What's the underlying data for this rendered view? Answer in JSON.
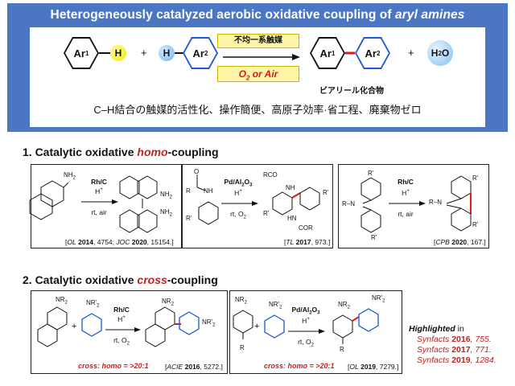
{
  "header": {
    "title_pre": "Heterogeneously catalyzed aerobic oxidative coupling of ",
    "title_em": "aryl amines",
    "subtitle": "C–H結合の触媒的活性化、操作簡便、高原子効率·省工程、廃棄物ゼロ",
    "scheme": {
      "ar1": "Ar",
      "ar1_sup": "1",
      "h_left": "H",
      "plus1": "+",
      "h_right": "H",
      "ar2": "Ar",
      "ar2_sup": "2",
      "catalyst": "不均一系触媒",
      "oxidant_o": "O",
      "oxidant_sub": "2",
      "oxidant_rest": " or Air",
      "prod_ar1": "Ar",
      "prod_ar1_sup": "1",
      "prod_ar2": "Ar",
      "prod_ar2_sup": "2",
      "product_label": "ビアリール化合物",
      "plus2": "+",
      "water_h": "H",
      "water_sub": "2",
      "water_o": "O"
    }
  },
  "section1": {
    "title_pre": "1. Catalytic oxidative ",
    "title_em": "homo",
    "title_post": "-coupling",
    "rxn1": {
      "reactant_label": "NH",
      "reactant_sub": "2",
      "catalyst": "Rh/C",
      "acid": "H",
      "acid_sup": "+",
      "conditions": "rt, air",
      "product_label_top": "NH",
      "product_label_top_sub": "2",
      "product_label_bot": "NH",
      "product_label_bot_sub": "2",
      "ref": {
        "j1": "OL",
        "y1": "2014",
        "p1": ", 4754; ",
        "j2": "JOC",
        "y2": "2020",
        "p2": ", 15154.]",
        "open": "["
      }
    },
    "rxn2": {
      "r_o": "O",
      "r_r": "R",
      "r_nh": "NH",
      "r_rp": "R'",
      "catalyst": "Pd/Al",
      "catalyst_sub1": "2",
      "catalyst_o": "O",
      "catalyst_sub2": "3",
      "acid": "H",
      "acid_sup": "+",
      "conditions": "rt, O",
      "conditions_sub": "2",
      "p_rco": "RCO",
      "p_nh": "NH",
      "p_rp1": "R'",
      "p_rp2": "R'",
      "p_hn": "HN",
      "p_cor": "COR",
      "ref": {
        "open": "[",
        "j": "TL",
        "y": "2017",
        "p": ", 973.]"
      }
    },
    "rxn3": {
      "r_rp1": "R'",
      "r_rn": "R–N",
      "r_rp2": "R'",
      "catalyst": "Rh/C",
      "acid": "H",
      "acid_sup": "+",
      "conditions": "rt, air",
      "p_rp1": "R'",
      "p_rn": "R–N",
      "p_rp2": "R'",
      "ref": {
        "open": "[",
        "j": "CPB",
        "y": "2020",
        "p": ", 167.]"
      }
    }
  },
  "section2": {
    "title_pre": "2. Catalytic oxidative ",
    "title_em": "cross",
    "title_post": "-coupling",
    "rxn1": {
      "r1": "NR",
      "r1_sub": "2",
      "plus": "+",
      "r2": "NR'",
      "r2_sub": "2",
      "catalyst": "Rh/C",
      "acid": "H",
      "acid_sup": "+",
      "conditions": "rt, O",
      "conditions_sub": "2",
      "p1": "NR",
      "p1_sub": "2",
      "p2": "NR'",
      "p2_sub": "2",
      "selectivity": "cross: homo = >20:1",
      "ref": {
        "open": "[",
        "j": "ACIE",
        "y": "2016",
        "p": ", 5272.]"
      }
    },
    "rxn2": {
      "r1": "NR",
      "r1_sub": "2",
      "r1_r": "R",
      "plus": "+",
      "r2": "NR'",
      "r2_sub": "2",
      "catalyst": "Pd/Al",
      "catalyst_sub1": "2",
      "catalyst_o": "O",
      "catalyst_sub2": "3",
      "acid": "H",
      "acid_sup": "+",
      "conditions": "rt, O",
      "conditions_sub": "2",
      "p1": "NR",
      "p1_sub": "2",
      "p2": "NR'",
      "p2_sub": "2",
      "p_r": "R",
      "selectivity": "cross: homo = >20:1",
      "ref": {
        "open": "[",
        "j": "OL",
        "y": "2019",
        "p": ", 7279.]"
      }
    },
    "highlight": {
      "head": "Highlighted",
      "head_post": " in",
      "items": [
        {
          "j": "Synfacts ",
          "y": "2016",
          "p": ", 755."
        },
        {
          "j": "Synfacts ",
          "y": "2017",
          "p": ", 771."
        },
        {
          "j": "Synfacts ",
          "y": "2019",
          "p": ", 1284."
        }
      ]
    }
  },
  "colors": {
    "header_bg": "#4a76c4",
    "accent_red": "#c0221e",
    "selectivity_red": "#d41b1b",
    "blue_ring": "#1e56d8",
    "yellow_h": "#f2ea00",
    "condition_box": "#fff5a8"
  }
}
